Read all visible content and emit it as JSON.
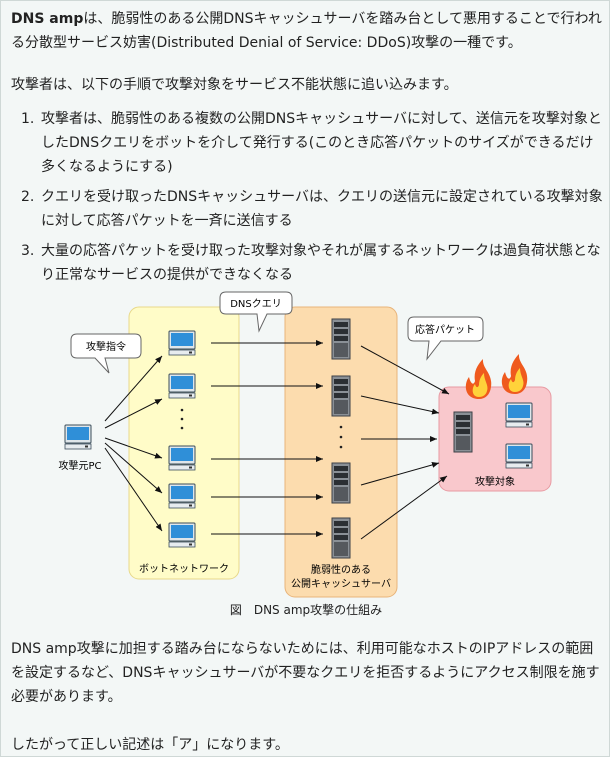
{
  "intro": {
    "lead": "DNS amp",
    "text": "は、脆弱性のある公開DNSキャッシュサーバを踏み台として悪用することで行われる分散型サービス妨害(Distributed Denial of Service: DDoS)攻撃の一種です。"
  },
  "procedure_intro": "攻撃者は、以下の手順で攻撃対象をサービス不能状態に追い込みます。",
  "steps": [
    {
      "num": "1.",
      "text": "攻撃者は、脆弱性のある複数の公開DNSキャッシュサーバに対して、送信元を攻撃対象としたDNSクエリをボットを介して発行する(このとき応答パケットのサイズができるだけ多くなるようにする)"
    },
    {
      "num": "2.",
      "text": "クエリを受け取ったDNSキャッシュサーバは、クエリの送信元に設定されている攻撃対象に対して応答パケットを一斉に送信する"
    },
    {
      "num": "3.",
      "text": "大量の応答パケットを受け取った攻撃対象やそれが属するネットワークは過負荷状態となり正常なサービスの提供ができなくなる"
    }
  ],
  "diagram": {
    "callout_attack": "攻撃指令",
    "callout_query": "DNSクエリ",
    "callout_response": "応答パケット",
    "attacker_label": "攻撃元PC",
    "bot_network_label": "ボットネットワーク",
    "servers_label_1": "脆弱性のある",
    "servers_label_2": "公開キャッシュサーバ",
    "target_label": "攻撃対象",
    "caption": "図　DNS amp攻撃の仕組み",
    "colors": {
      "bot_zone": "#fffcc8",
      "server_zone": "#fcdcae",
      "target_zone": "#f9c8cc"
    }
  },
  "conclusion": "DNS amp攻撃に加担する踏み台にならないためには、利用可能なホストのIPアドレスの範囲を設定するなど、DNSキャッシュサーバが不要なクエリを拒否するようにアクセス制限を施す必要があります。",
  "answer": "したがって正しい記述は「ア」になります。"
}
